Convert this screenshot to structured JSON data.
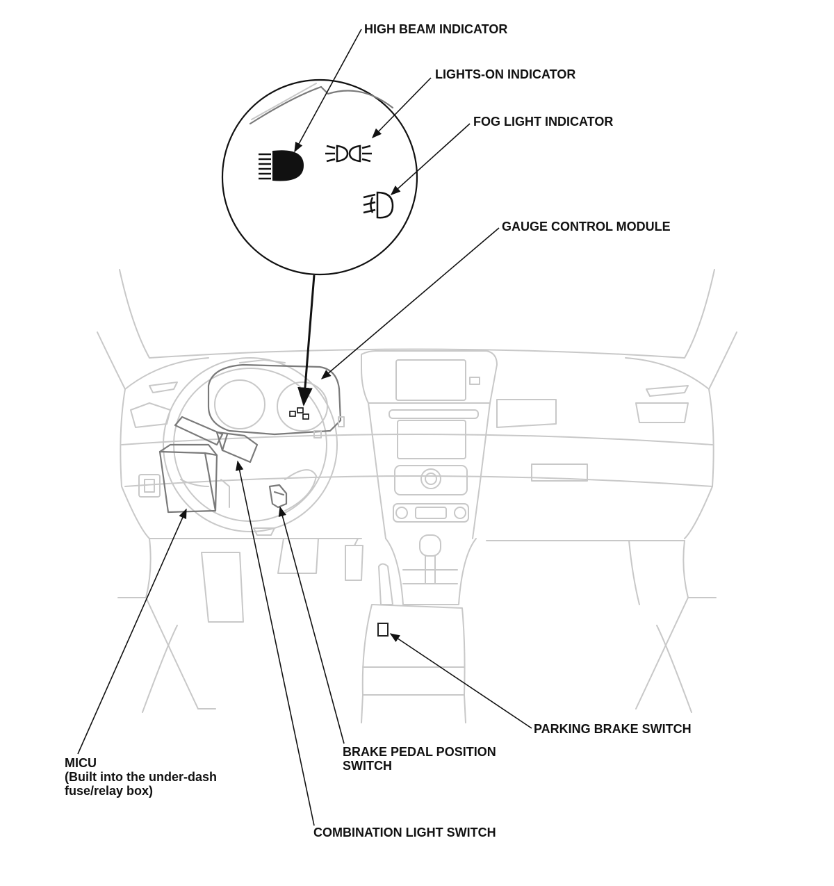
{
  "labels": {
    "high_beam": "HIGH BEAM INDICATOR",
    "lights_on": "LIGHTS-ON INDICATOR",
    "fog_light": "FOG LIGHT INDICATOR",
    "gauge_control": "GAUGE CONTROL MODULE",
    "parking_brake": "PARKING BRAKE SWITCH",
    "brake_pedal_line1": "BRAKE PEDAL POSITION",
    "brake_pedal_line2": "SWITCH",
    "micu_line1": "MICU",
    "micu_line2": "(Built into the under-dash",
    "micu_line3": "fuse/relay box)",
    "combination": "COMBINATION LIGHT SWITCH"
  },
  "icons": [
    "high-beam-icon",
    "lights-on-icon",
    "fog-light-icon"
  ],
  "colors": {
    "line": "#111111",
    "vehicle": "#c8c8c8",
    "component": "#7a7a7a"
  }
}
